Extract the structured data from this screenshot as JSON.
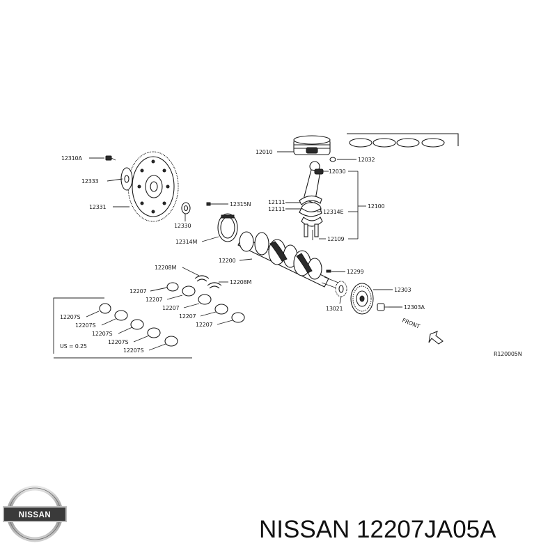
{
  "diagram": {
    "labels": {
      "p12310A": "12310A",
      "p12333": "12333",
      "p12331": "12331",
      "p12330": "12330",
      "p12315N": "12315N",
      "p12314M": "12314M",
      "p12010": "12010",
      "p12032": "12032",
      "p12030": "12030",
      "p12111a": "12111",
      "p12111b": "12111",
      "p12314E": "12314E",
      "p12100": "12100",
      "p12109": "12109",
      "p12200": "12200",
      "p12299": "12299",
      "p12303": "12303",
      "p13021": "13021",
      "p12303A": "12303A",
      "p12208Ma": "12208M",
      "p12208Mb": "12208M",
      "p12207a": "12207",
      "p12207b": "12207",
      "p12207c": "12207",
      "p12207d": "12207",
      "p12207e": "12207",
      "p12207Sa": "12207S",
      "p12207Sb": "12207S",
      "p12207Sc": "12207S",
      "p12207Sd": "12207S",
      "p12207Se": "12207S",
      "undersize": "US = 0.25",
      "front": "FRONT",
      "ref": "R120005N"
    }
  },
  "brand": {
    "logo_text": "NISSAN",
    "part_number": "NISSAN 12207JA05A"
  }
}
